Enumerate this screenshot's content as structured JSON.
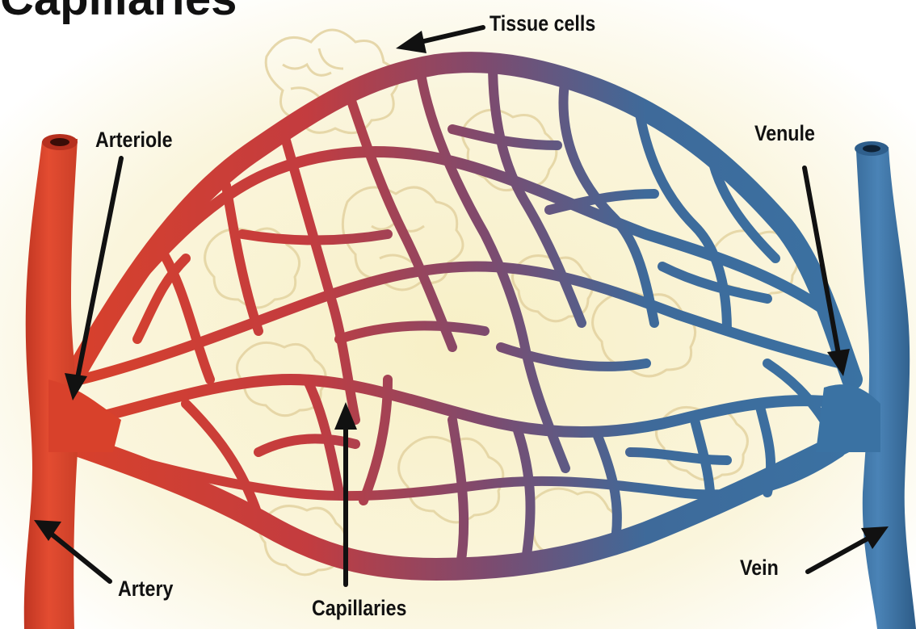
{
  "diagram": {
    "title": "Capillaries",
    "labels": {
      "tissue_cells": "Tissue cells",
      "arteriole": "Arteriole",
      "venule": "Venule",
      "artery": "Artery",
      "capillaries": "Capillaries",
      "vein": "Vein"
    },
    "colors": {
      "arterial": "#d8412b",
      "venous": "#3a72a3",
      "transition": "#7e4a6e",
      "background": "#f7efc8",
      "tissue": "#ecdcae",
      "arrow": "#111111"
    }
  }
}
